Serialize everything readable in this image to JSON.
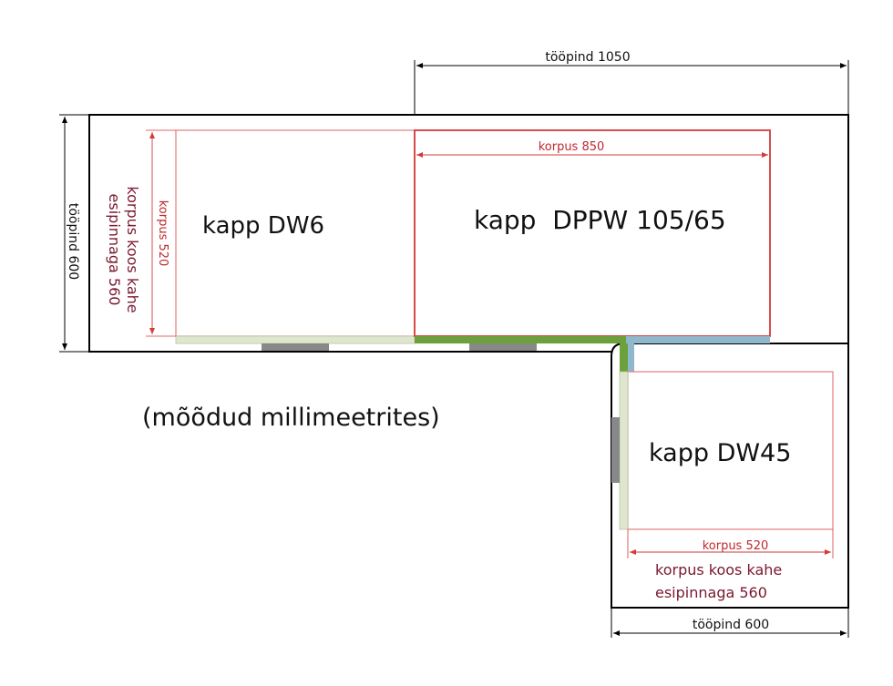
{
  "labels": {
    "top_worktop_width": "tööpind 1050",
    "left_worktop_depth": "tööpind 600",
    "bottom_worktop_width": "tööpind 600",
    "korpus_850": "korpus 850",
    "korpus_520_vertical": "korpus 520",
    "korpus_520_horizontal": "korpus 520",
    "korpus_left_line1": "korpus koos kahe",
    "korpus_left_line2": "esipinnaga 560",
    "korpus_right_line1": "korpus koos kahe",
    "korpus_right_line2": "esipinnaga 560",
    "note": "(mõõdud millimeetrites)"
  },
  "cabinets": {
    "dw6": "kapp DW6",
    "dppw": "kapp  DPPW 105/65",
    "dw45": "kapp DW45"
  },
  "colors": {
    "outline": "#000000",
    "red_line": "#d33a3a",
    "wine_text": "#7a1830",
    "front_beige": "#dfe6cf",
    "front_green": "#6aa13a",
    "front_blue": "#8fb8cc",
    "handle_gray": "#888888"
  }
}
